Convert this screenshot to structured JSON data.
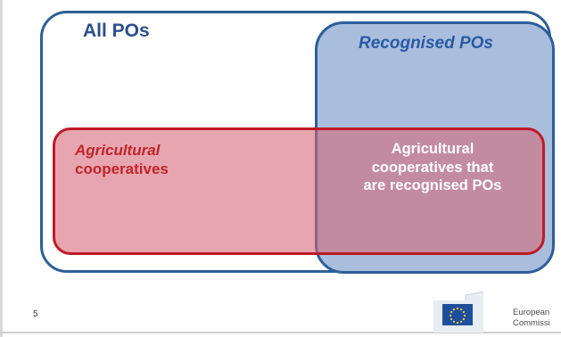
{
  "diagram": {
    "all_pos_title": "All POs",
    "recognised_pos_title": "Recognised POs",
    "coop_label_line1": "Agricultural",
    "coop_label_line2": "cooperatives",
    "overlap_line1": "Agricultural",
    "overlap_line2": "cooperatives that",
    "overlap_line3": "are recognised POs",
    "colors": {
      "outer_border": "#2d5f95",
      "recognised_fill": "#a9bedc",
      "recognised_border": "#2c5f9a",
      "coop_border": "#c01a27",
      "coop_fill": "#d66676"
    }
  },
  "footer": {
    "page_number": "5",
    "logo_text_line1": "European",
    "logo_text_line2": "Commissi"
  }
}
